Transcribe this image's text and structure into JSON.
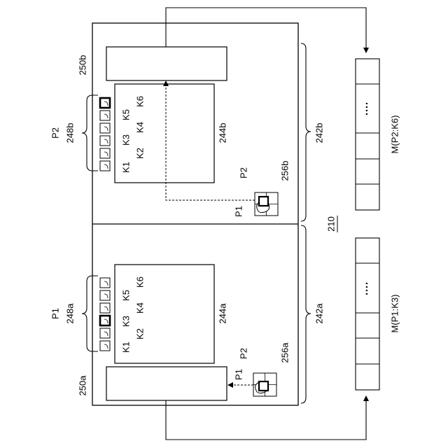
{
  "figure": {
    "ref_device": "210",
    "top_half": {
      "ref_region": "242b",
      "ref_display": "244b",
      "ref_output": "250b",
      "ref_key_group": "248b",
      "ref_touch": "256b",
      "player": "P2",
      "touch_p1": "P1",
      "touch_p2": "P2",
      "keys": [
        "K1",
        "K2",
        "K3",
        "K4",
        "K5",
        "K6"
      ],
      "selected_key": "K6"
    },
    "bottom_half": {
      "ref_region": "242a",
      "ref_display": "244a",
      "ref_output": "250a",
      "ref_key_group": "248a",
      "ref_touch": "256a",
      "player": "P1",
      "touch_p1": "P1",
      "touch_p2": "P2",
      "keys": [
        "K1",
        "K2",
        "K3",
        "K4",
        "K5",
        "K6"
      ],
      "selected_key": "K3"
    },
    "memory_top": {
      "label": "M(P2:K6)",
      "ellipsis": "····"
    },
    "memory_bottom": {
      "label": "M(P1:K3)",
      "ellipsis": "····"
    }
  }
}
